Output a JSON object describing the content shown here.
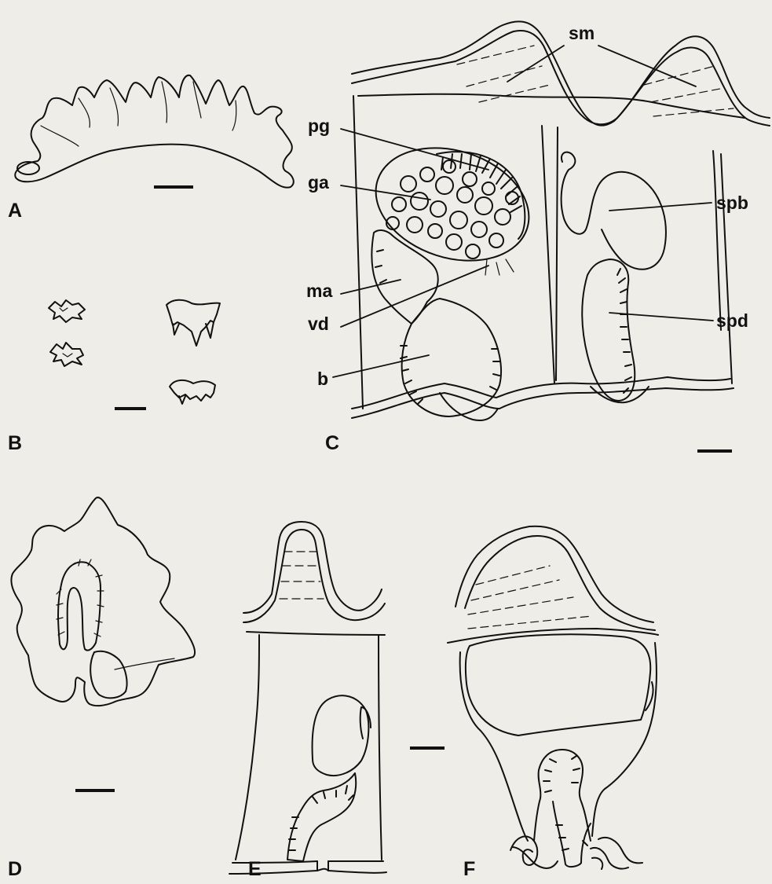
{
  "panels": {
    "a": "A",
    "b": "B",
    "c": "C",
    "d": "D",
    "e": "E",
    "f": "F"
  },
  "structure_labels": {
    "sm": "sm",
    "pg": "pg",
    "ga": "ga",
    "ma": "ma",
    "vd": "vd",
    "b": "b",
    "spb": "spb",
    "spd": "spd"
  }
}
